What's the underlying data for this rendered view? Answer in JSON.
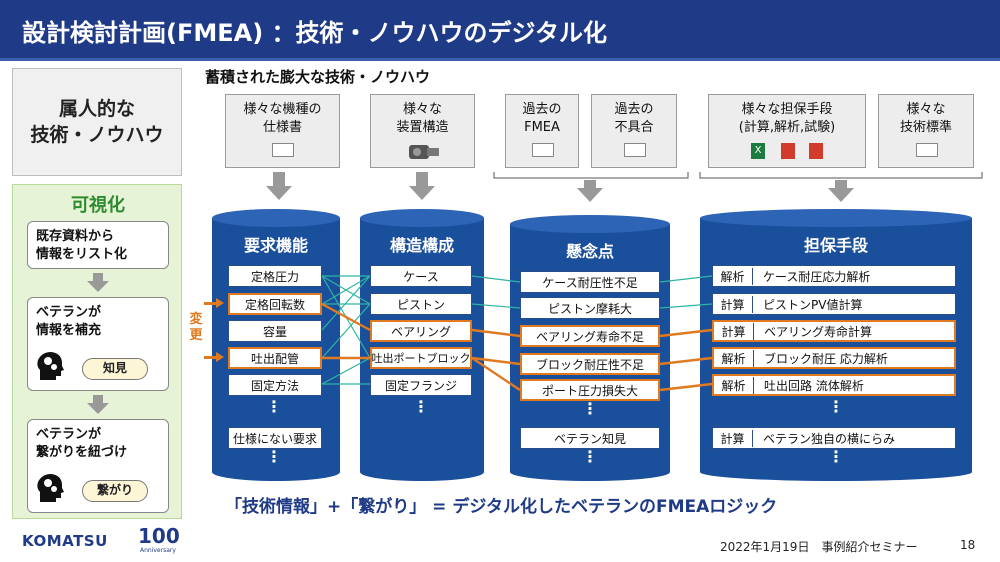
{
  "title": "設計検討計画(FMEA) ：技術・ノウハウのデジタル化",
  "left_panel": {
    "zokujin_lines": [
      "属人的な",
      "技術・ノウハウ"
    ],
    "kashika_title": "可視化",
    "step1_lines": [
      "既存資料から",
      "情報をリスト化"
    ],
    "step2_lines": [
      "ベテランが",
      "情報を補充"
    ],
    "step2_pill": "知見",
    "step3_lines": [
      "ベテランが",
      "繋がりを紐づけ"
    ],
    "step3_pill": "繋がり"
  },
  "heading_top": "蓄積された膨大な技術・ノウハウ",
  "sources": [
    {
      "lines": [
        "様々な機種の",
        "仕様書"
      ]
    },
    {
      "lines": [
        "様々な",
        "装置構造"
      ]
    },
    {
      "lines": [
        "過去の",
        "FMEA"
      ]
    },
    {
      "lines": [
        "過去の",
        "不具合"
      ]
    },
    {
      "lines": [
        "様々な担保手段",
        "(計算,解析,試験)"
      ]
    },
    {
      "lines": [
        "様々な",
        "技術標準"
      ]
    }
  ],
  "henko_label": "変更",
  "columns": {
    "requirements": {
      "title": "要求機能",
      "items": [
        "定格圧力",
        "定格回転数",
        "容量",
        "吐出配管",
        "固定方法"
      ],
      "extra": "仕様にない要求"
    },
    "structure": {
      "title": "構造構成",
      "items": [
        "ケース",
        "ピストン",
        "ベアリング",
        "吐出ポートブロック",
        "固定フランジ"
      ]
    },
    "concerns": {
      "title": "懸念点",
      "items": [
        "ケース耐圧性不足",
        "ピストン摩耗大",
        "ベアリング寿命不足",
        "ブロック耐圧性不足",
        "ポート圧力損失大"
      ],
      "extra": "ベテラン知見"
    },
    "assurance": {
      "title": "担保手段",
      "items": [
        {
          "type": "解析",
          "desc": "ケース耐圧応力解析"
        },
        {
          "type": "計算",
          "desc": "ピストンPV値計算"
        },
        {
          "type": "計算",
          "desc": "ベアリング寿命計算"
        },
        {
          "type": "解析",
          "desc": "ブロック耐圧 応力解析"
        },
        {
          "type": "解析",
          "desc": "吐出回路 流体解析"
        }
      ],
      "extra": {
        "type": "計算",
        "desc": "ベテラン独自の横にらみ"
      }
    }
  },
  "dots": "⋮",
  "bottom_message": "「技術情報」+「繋がり」 = デジタル化したベテランのFMEAロジック",
  "footer": {
    "logo": "KOMATSU",
    "anniversary": "100",
    "anniversary_sub": "Anniversary",
    "date_event": "2022年1月19日　事例紹介セミナー",
    "page": "18"
  },
  "colors": {
    "title_bar": "#1f3a86",
    "cylinder": "#1a4f9c",
    "highlight": "#e07a20",
    "link_line": "#2fb5a0",
    "kashika_bg": "#e6f3d6"
  }
}
